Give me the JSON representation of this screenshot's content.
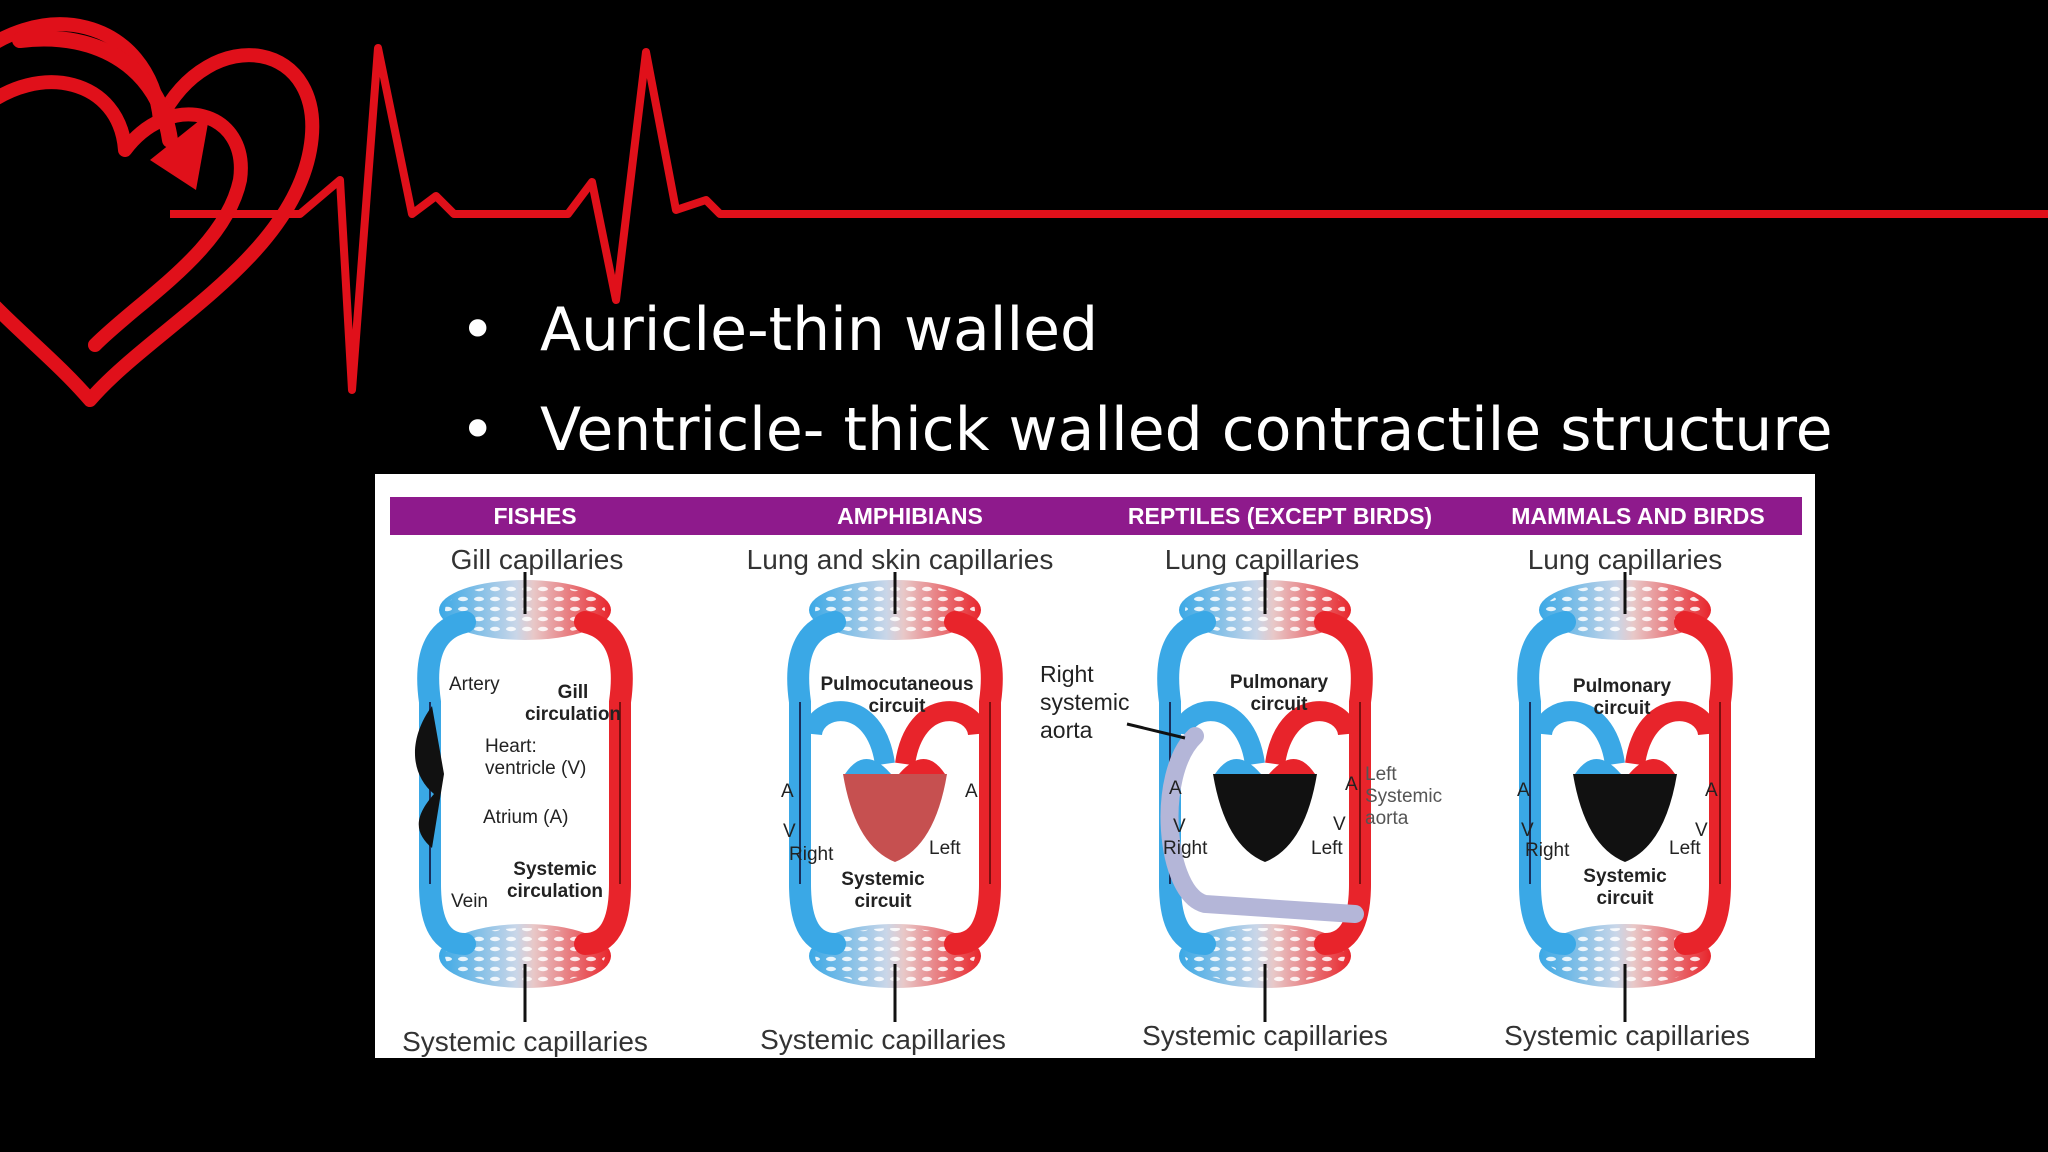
{
  "bullets": [
    "Auricle-thin walled",
    "Ventricle- thick walled contractile structure"
  ],
  "colors": {
    "background": "#000000",
    "ecg": "#e0101a",
    "header": "#8e1a8c",
    "oxygen_poor": "#3aa8e6",
    "oxygen_rich": "#e8242b",
    "accessory_aorta": "#b4b6d8"
  },
  "icons": [
    "heart-arrow-icon",
    "ecg-line"
  ],
  "figure": {
    "columns": [
      {
        "heading": "FISHES",
        "top_caption": "Gill capillaries",
        "bottom_caption": "Systemic capillaries",
        "labels": {
          "artery": "Artery",
          "gill": "Gill\ncirculation",
          "heart": "Heart:\nventricle (V)",
          "atrium": "Atrium (A)",
          "systemic": "Systemic\ncirculation",
          "vein": "Vein"
        }
      },
      {
        "heading": "AMPHIBIANS",
        "top_caption": "Lung and skin capillaries",
        "bottom_caption": "Systemic capillaries",
        "labels": {
          "pulmo": "Pulmocutaneous\ncircuit",
          "a_left": "A",
          "a_right": "A",
          "v": "V",
          "right": "Right",
          "left": "Left",
          "systemic": "Systemic\ncircuit"
        }
      },
      {
        "heading": "REPTILES (EXCEPT BIRDS)",
        "top_caption": "Lung capillaries",
        "bottom_caption": "Systemic capillaries",
        "labels": {
          "right_aorta": "Right\nsystemic\naorta",
          "pulmonary": "Pulmonary\ncircuit",
          "a_left": "A",
          "a_right": "A",
          "v_left": "V",
          "v_right": "V",
          "right": "Right",
          "left": "Left",
          "left_aorta": "Left\nSystemic\naorta"
        }
      },
      {
        "heading": "MAMMALS AND BIRDS",
        "top_caption": "Lung capillaries",
        "bottom_caption": "Systemic capillaries",
        "labels": {
          "pulmonary": "Pulmonary\ncircuit",
          "a_left": "A",
          "a_right": "A",
          "v_left": "V",
          "v_right": "V",
          "right": "Right",
          "left": "Left",
          "systemic": "Systemic\ncircuit"
        }
      }
    ]
  }
}
